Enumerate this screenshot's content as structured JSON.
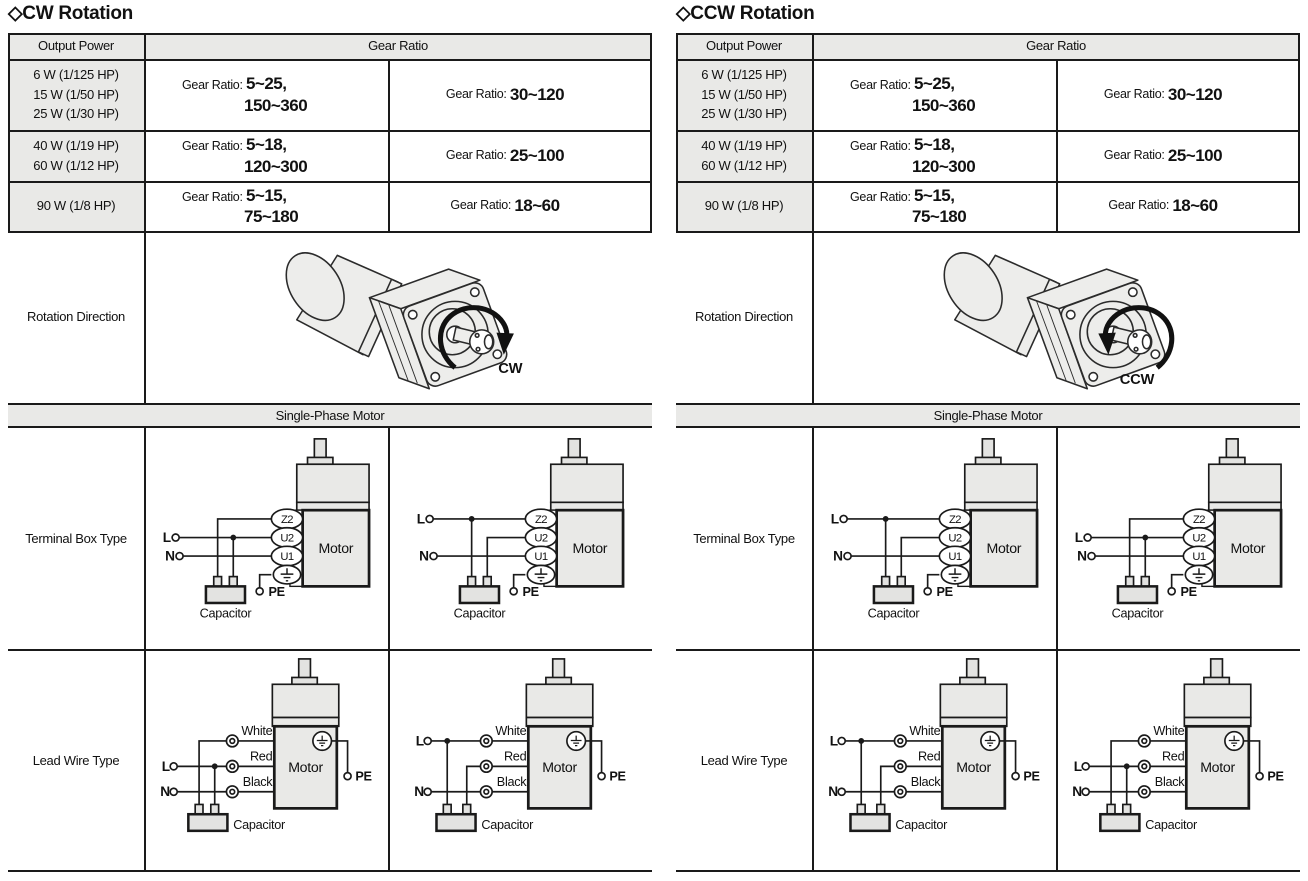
{
  "colors": {
    "border_line": "#1a1a1a",
    "cell_gray": "#e9e9e7",
    "diagram_fill": "#ededeb",
    "text": "#111111"
  },
  "shared": {
    "headers": {
      "output_power": "Output Power",
      "gear_ratio": "Gear Ratio",
      "single_phase_motor": "Single-Phase Motor"
    },
    "row_labels": {
      "rotation_direction": "Rotation Direction",
      "terminal_box_type": "Terminal Box Type",
      "lead_wire_type": "Lead Wire Type"
    },
    "gear_rows": [
      {
        "power_lines": [
          "6 W (1/125 HP)",
          "15 W (1/50 HP)",
          "25 W (1/30 HP)"
        ],
        "ratio_prefix": "Gear Ratio:",
        "ratio_bold_line1": "5~25,",
        "ratio_bold_line2": "150~360",
        "ratio2_prefix": "Gear Ratio:",
        "ratio2_bold": "30~120"
      },
      {
        "power_lines": [
          "40 W (1/19 HP)",
          "60 W (1/12 HP)"
        ],
        "ratio_prefix": "Gear Ratio:",
        "ratio_bold_line1": "5~18,",
        "ratio_bold_line2": "120~300",
        "ratio2_prefix": "Gear Ratio:",
        "ratio2_bold": "25~100"
      },
      {
        "power_lines": [
          "90 W (1/8 HP)"
        ],
        "ratio_prefix": "Gear Ratio:",
        "ratio_bold_line1": "5~15,",
        "ratio_bold_line2": "75~180",
        "ratio2_prefix": "Gear Ratio:",
        "ratio2_bold": "18~60"
      }
    ],
    "diagram_labels": {
      "live": "L",
      "neutral": "N",
      "terminal_z2": "Z2",
      "terminal_u2": "U2",
      "terminal_u1": "U1",
      "protective_earth": "PE",
      "motor": "Motor",
      "capacitor": "Capacitor",
      "wire_white": "White",
      "wire_red": "Red",
      "wire_black": "Black"
    }
  },
  "sections": [
    {
      "title": "◇CW Rotation",
      "rotation_label": "CW"
    },
    {
      "title": "◇CCW Rotation",
      "rotation_label": "CCW"
    }
  ]
}
